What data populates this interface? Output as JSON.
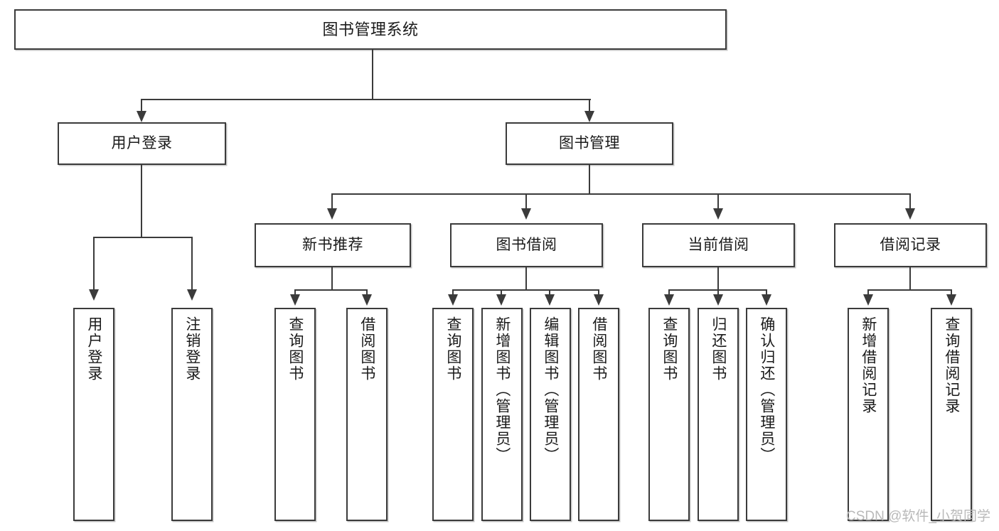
{
  "diagram": {
    "type": "tree-hierarchy",
    "title": "图书管理系统",
    "watermark": "CSDN @软件_小贺同学",
    "colors": {
      "stroke": "#3b3b3b",
      "fill": "#ffffff",
      "text": "#1a1a1a",
      "watermark": "#b9b9b9"
    },
    "nodes": {
      "root": {
        "label": "图书管理系统"
      },
      "level1": [
        {
          "label": "用户登录"
        },
        {
          "label": "图书管理"
        }
      ],
      "level2": [
        {
          "label": "新书推荐"
        },
        {
          "label": "图书借阅"
        },
        {
          "label": "当前借阅"
        },
        {
          "label": "借阅记录"
        }
      ],
      "leaves": [
        {
          "label": "用户登录",
          "parent": "用户登录"
        },
        {
          "label": "注销登录",
          "parent": "用户登录"
        },
        {
          "label": "查询图书",
          "parent": "新书推荐"
        },
        {
          "label": "借阅图书",
          "parent": "新书推荐"
        },
        {
          "label": "查询图书",
          "parent": "图书借阅"
        },
        {
          "label": "新增图书（管理员）",
          "parent": "图书借阅"
        },
        {
          "label": "编辑图书（管理员）",
          "parent": "图书借阅"
        },
        {
          "label": "借阅图书",
          "parent": "图书借阅"
        },
        {
          "label": "查询图书",
          "parent": "当前借阅"
        },
        {
          "label": "归还图书",
          "parent": "当前借阅"
        },
        {
          "label": "确认归还（管理员）",
          "parent": "当前借阅"
        },
        {
          "label": "新增借阅记录",
          "parent": "借阅记录"
        },
        {
          "label": "查询借阅记录",
          "parent": "借阅记录"
        }
      ]
    }
  }
}
